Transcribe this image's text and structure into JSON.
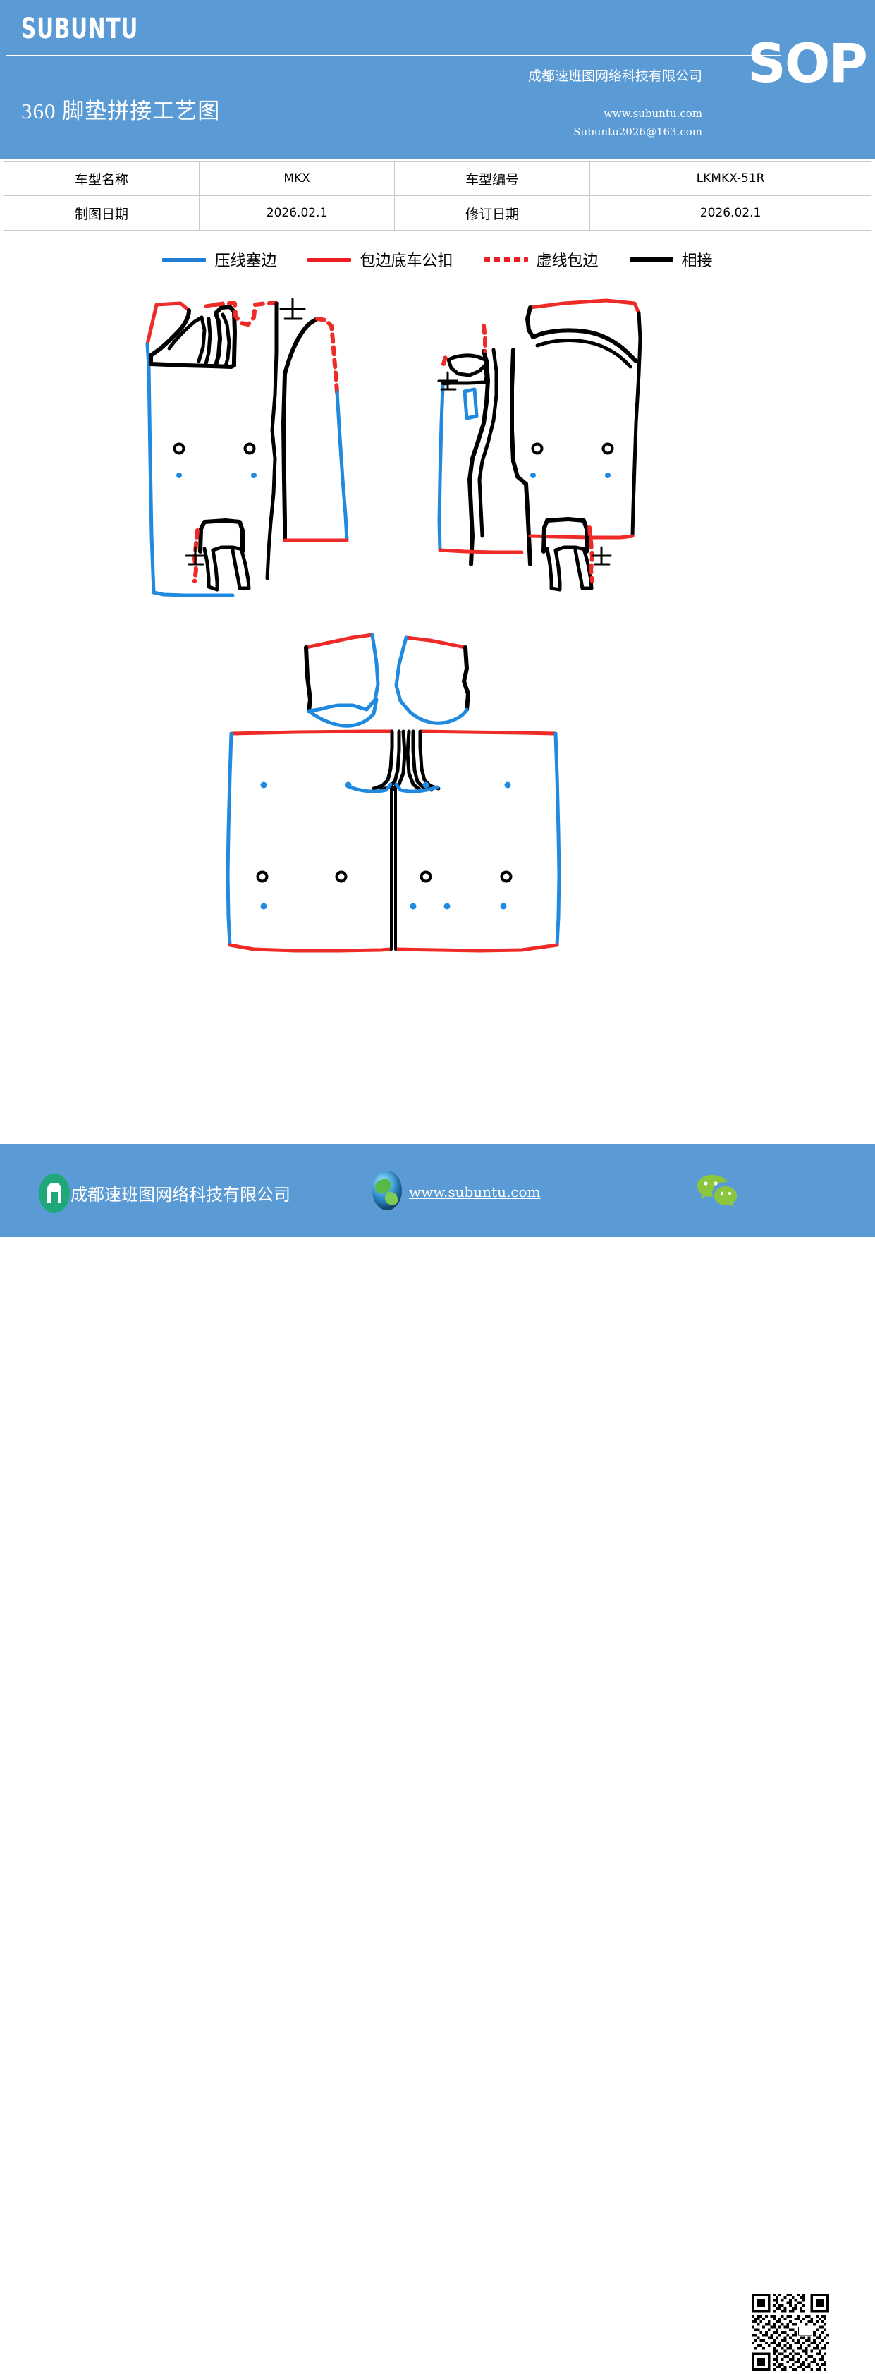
{
  "header": {
    "brand": "SUBUNTU",
    "doc_title": "360 脚垫拼接工艺图",
    "company": "成都速班图网络科技有限公司",
    "website": "www.subuntu.com",
    "email": "Subuntu2026@163.com",
    "badge": "SOP",
    "bg_color": "#5b9bd5"
  },
  "info_table": {
    "rows": [
      {
        "label1": "车型名称",
        "value1": "MKX",
        "label2": "车型编号",
        "value2": "LKMKX-51R"
      },
      {
        "label1": "制图日期",
        "value1": "2026.02.1",
        "label2": "修订日期",
        "value2": "2026.02.1"
      }
    ]
  },
  "legend": {
    "items": [
      {
        "label": "压线塞边",
        "style": "solid",
        "color": "#1f7fd4"
      },
      {
        "label": "包边底车公扣",
        "style": "solid",
        "color": "#ee1c23"
      },
      {
        "label": "虚线包边",
        "style": "dotted",
        "color": "#ee1c23"
      },
      {
        "label": "相接",
        "style": "solid",
        "color": "#000000"
      }
    ]
  },
  "drawing": {
    "title": "360 脚垫拼接工艺图",
    "pieces": [
      {
        "name": "front-left-mat",
        "marker": "上"
      },
      {
        "name": "front-left-center-panel",
        "marker": ""
      },
      {
        "name": "front-right-mat",
        "marker": "上"
      },
      {
        "name": "front-right-center-panel",
        "marker": "上"
      },
      {
        "name": "rear-side-piece-left",
        "marker": ""
      },
      {
        "name": "rear-side-piece-right",
        "marker": ""
      },
      {
        "name": "rear-main-mat",
        "marker": ""
      }
    ],
    "markers": {
      "up_left": "上",
      "up_right": "上",
      "up_right_lower": "上"
    },
    "line_colors": {
      "blue": "#1f8ae0",
      "red": "#ee2b27",
      "black": "#000000"
    }
  },
  "footer": {
    "company": "成都速班图网络科技有限公司",
    "website": "www.subuntu.com",
    "bg_color": "#5b9bd5"
  }
}
